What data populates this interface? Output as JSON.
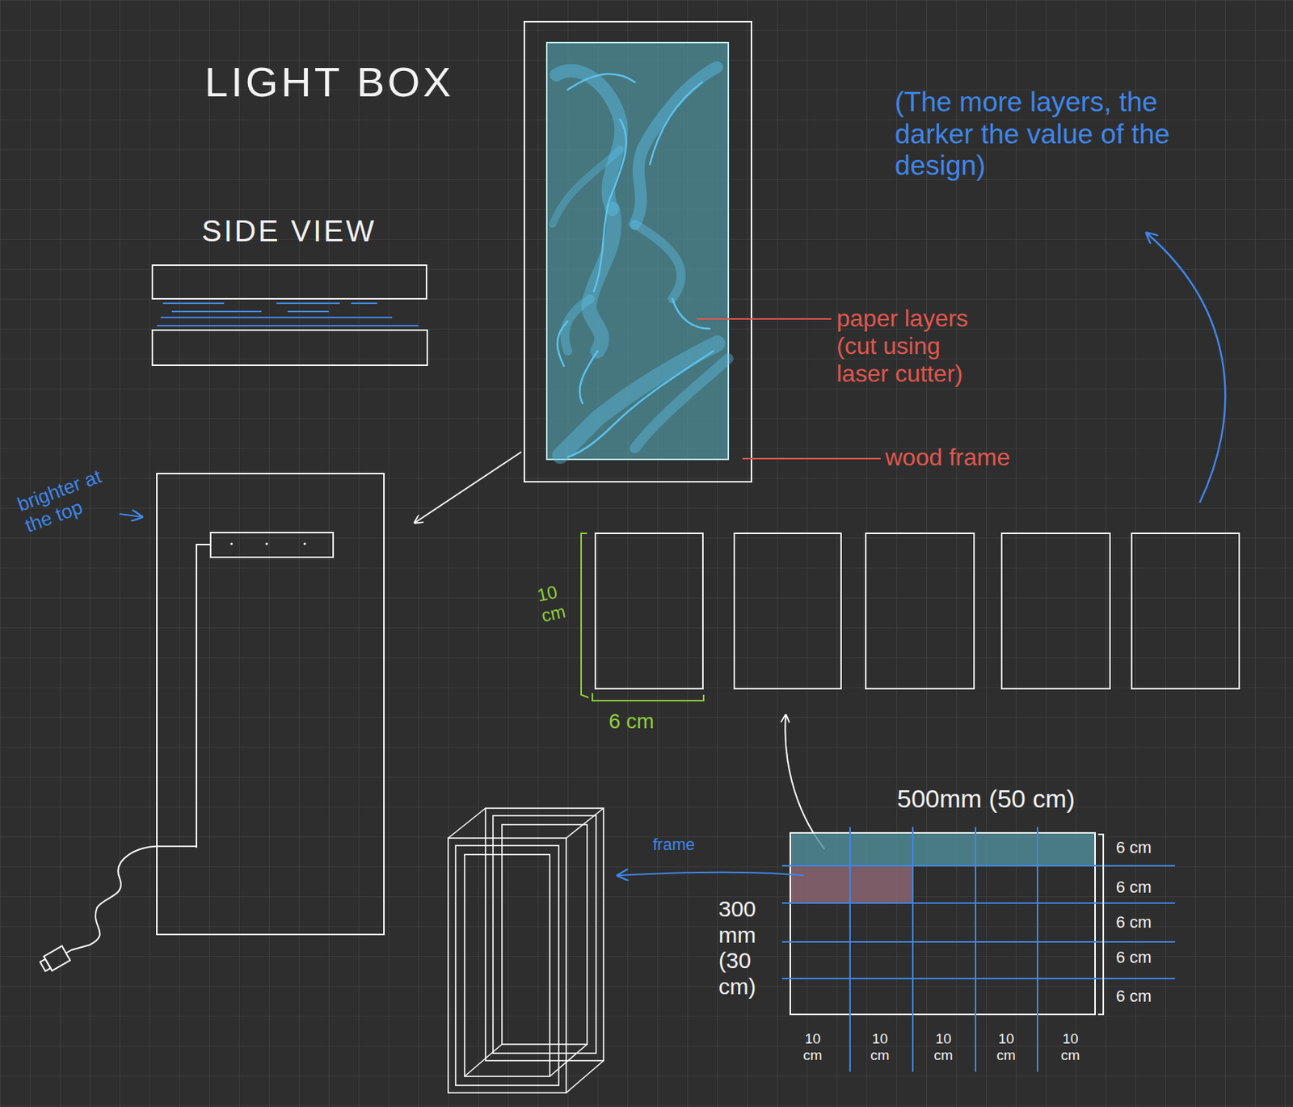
{
  "diagram": {
    "title": "LIGHT BOX",
    "labels": [
      "SIDE VIEW",
      "(The more layers, the darker the value of the design)",
      "paper layers (cut using laser cutter)",
      "wood frame",
      "brighter at the top",
      "10 cm",
      "6 cm",
      "500mm (50 cm)",
      "6 cm",
      "6 cm",
      "6 cm",
      "6 cm",
      "6 cm",
      "300 mm (30 cm)",
      "10 cm",
      "10 cm",
      "10 cm",
      "10 cm",
      "10 cm",
      "frame"
    ]
  }
}
